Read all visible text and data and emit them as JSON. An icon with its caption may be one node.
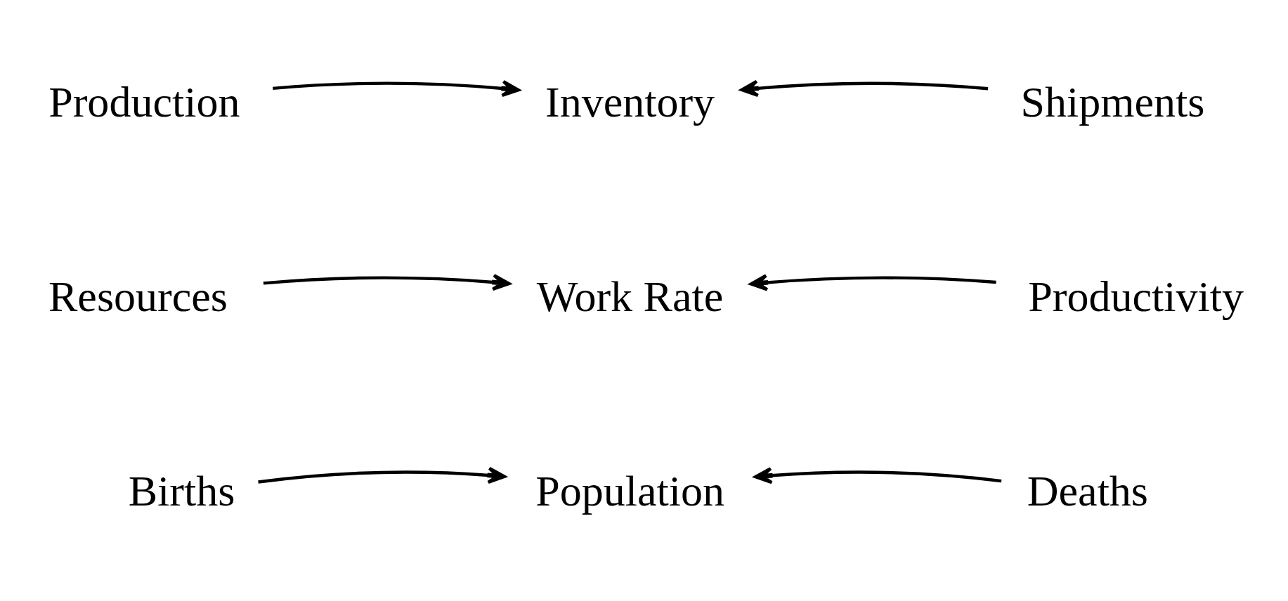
{
  "diagram": {
    "nodes": [
      {
        "text": [
          "Production"
        ]
      },
      {
        "text": [
          "Inventory"
        ]
      },
      {
        "text": [
          "Shipments"
        ]
      },
      {
        "text": [
          "Resources"
        ]
      },
      {
        "text": [
          "Work Rate"
        ]
      },
      {
        "text": [
          "Productivity"
        ]
      },
      {
        "text": [
          "Births"
        ]
      },
      {
        "text": [
          "Population"
        ]
      },
      {
        "text": [
          "Deaths"
        ]
      }
    ],
    "edges": [
      {
        "from": 0,
        "to": 1,
        "arrow": "to"
      },
      {
        "from": 2,
        "to": 1,
        "arrow": "to"
      },
      {
        "from": 3,
        "to": 4,
        "arrow": "to"
      },
      {
        "from": 5,
        "to": 4,
        "arrow": "to"
      },
      {
        "from": 6,
        "to": 7,
        "arrow": "to"
      },
      {
        "from": 8,
        "to": 7,
        "arrow": "to"
      }
    ]
  }
}
